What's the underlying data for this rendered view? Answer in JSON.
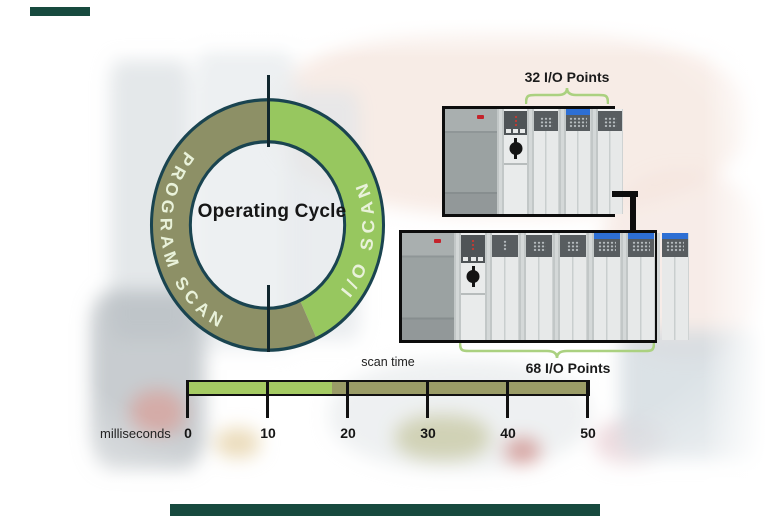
{
  "cycle": {
    "title": "Operating Cycle",
    "segments": [
      {
        "label": "I/O SCAN",
        "color": "#97c75f",
        "start_deg": 0,
        "end_deg": 155
      },
      {
        "label": "PROGRAM SCAN",
        "color": "#8d9066",
        "start_deg": 155,
        "end_deg": 360
      }
    ],
    "outline_color": "#1a4450",
    "label_color": "#e9f2da"
  },
  "racks": [
    {
      "label": "32 I/O Points",
      "modules": [
        "io-small",
        "io-blue-big",
        "io-small"
      ]
    },
    {
      "label": "68 I/O Points",
      "modules": [
        "io-col",
        "io-small",
        "io-small",
        "io-blue-big",
        "io-blue-big",
        "io-blue-big"
      ]
    }
  ],
  "scale": {
    "title": "scan time",
    "unit_label": "milliseconds",
    "ticks": [
      "0",
      "10",
      "20",
      "30",
      "40",
      "50"
    ],
    "max_ms": 50,
    "green_range_ms": [
      0,
      18
    ],
    "olive_range_ms": [
      18,
      50
    ],
    "green_color": "#a5cb63",
    "olive_color": "#9a9c67"
  },
  "accents": {
    "brace_color": "#abd180",
    "bar_color": "#174a3e"
  }
}
